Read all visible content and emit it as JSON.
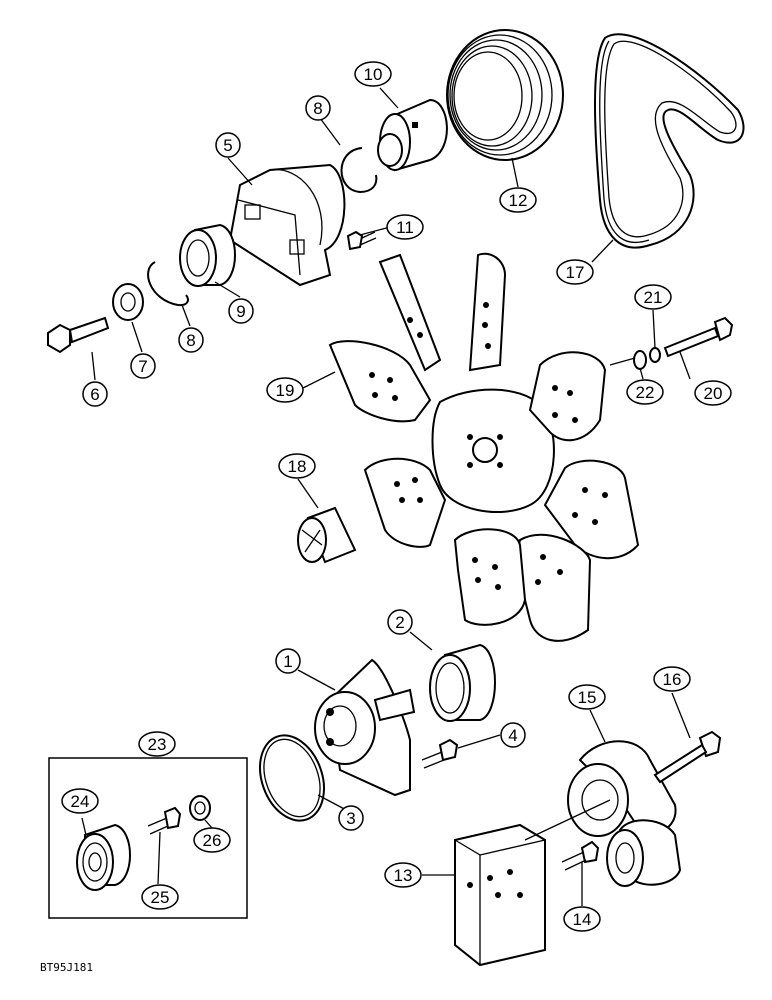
{
  "diagram": {
    "callouts": [
      "1",
      "2",
      "3",
      "4",
      "5",
      "6",
      "7",
      "8",
      "9",
      "10",
      "11",
      "12",
      "13",
      "14",
      "15",
      "16",
      "17",
      "18",
      "19",
      "20",
      "21",
      "22",
      "23",
      "24",
      "25",
      "26"
    ],
    "callout_8b": "8",
    "ref_code": "BT95J181"
  }
}
